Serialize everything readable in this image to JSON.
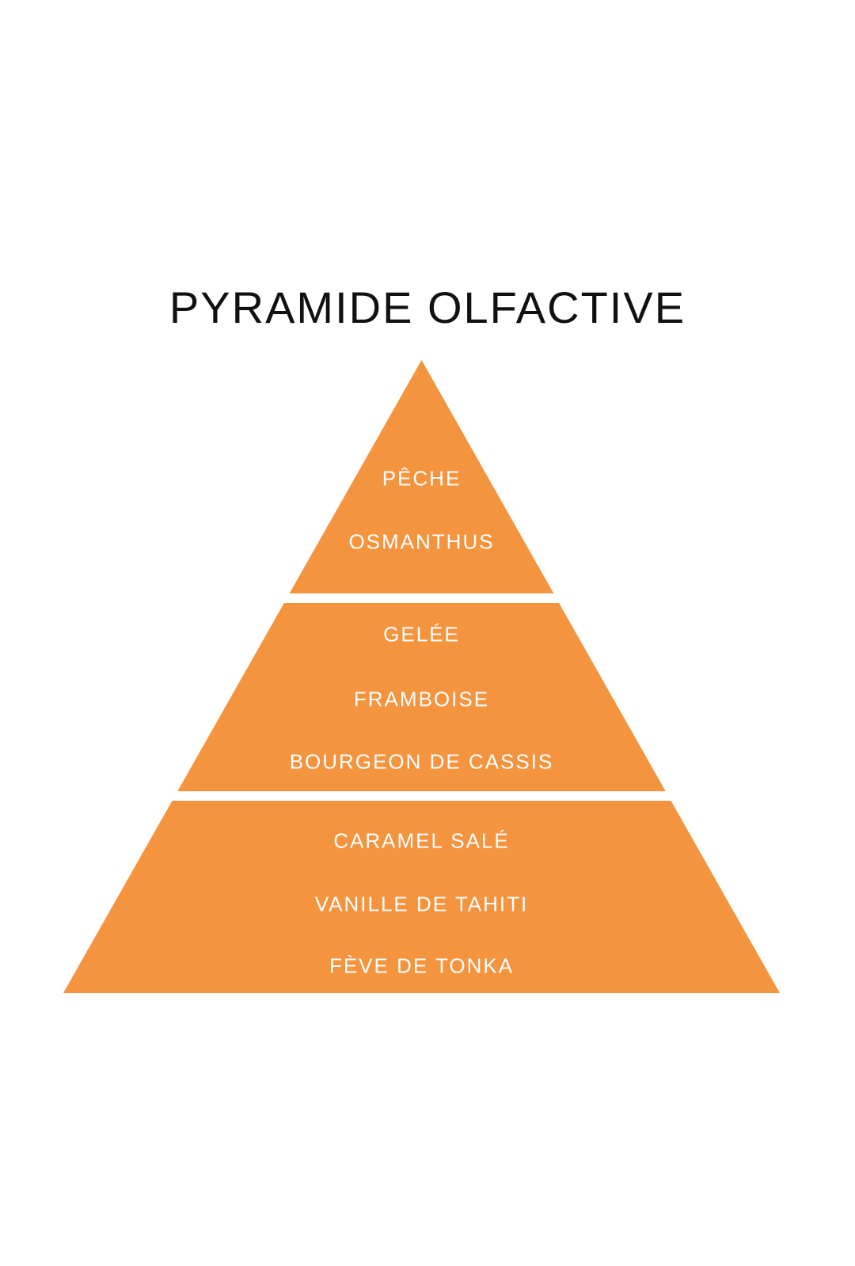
{
  "title": "PYRAMIDE OLFACTIVE",
  "colors": {
    "pyramid": "#F5943F",
    "text_on_pyramid": "#FFFFFF",
    "title": "#111111",
    "background": "#FFFFFF"
  },
  "pyramid": {
    "tiers": [
      {
        "name": "notes-de-tete",
        "notes": [
          "PÊCHE",
          "OSMANTHUS"
        ]
      },
      {
        "name": "notes-de-coeur",
        "notes": [
          "GELÉE",
          "FRAMBOISE",
          "BOURGEON DE CASSIS"
        ]
      },
      {
        "name": "notes-de-fond",
        "notes": [
          "CARAMEL SALÉ",
          "VANILLE DE TAHITI",
          "FÈVE DE TONKA"
        ]
      }
    ]
  }
}
